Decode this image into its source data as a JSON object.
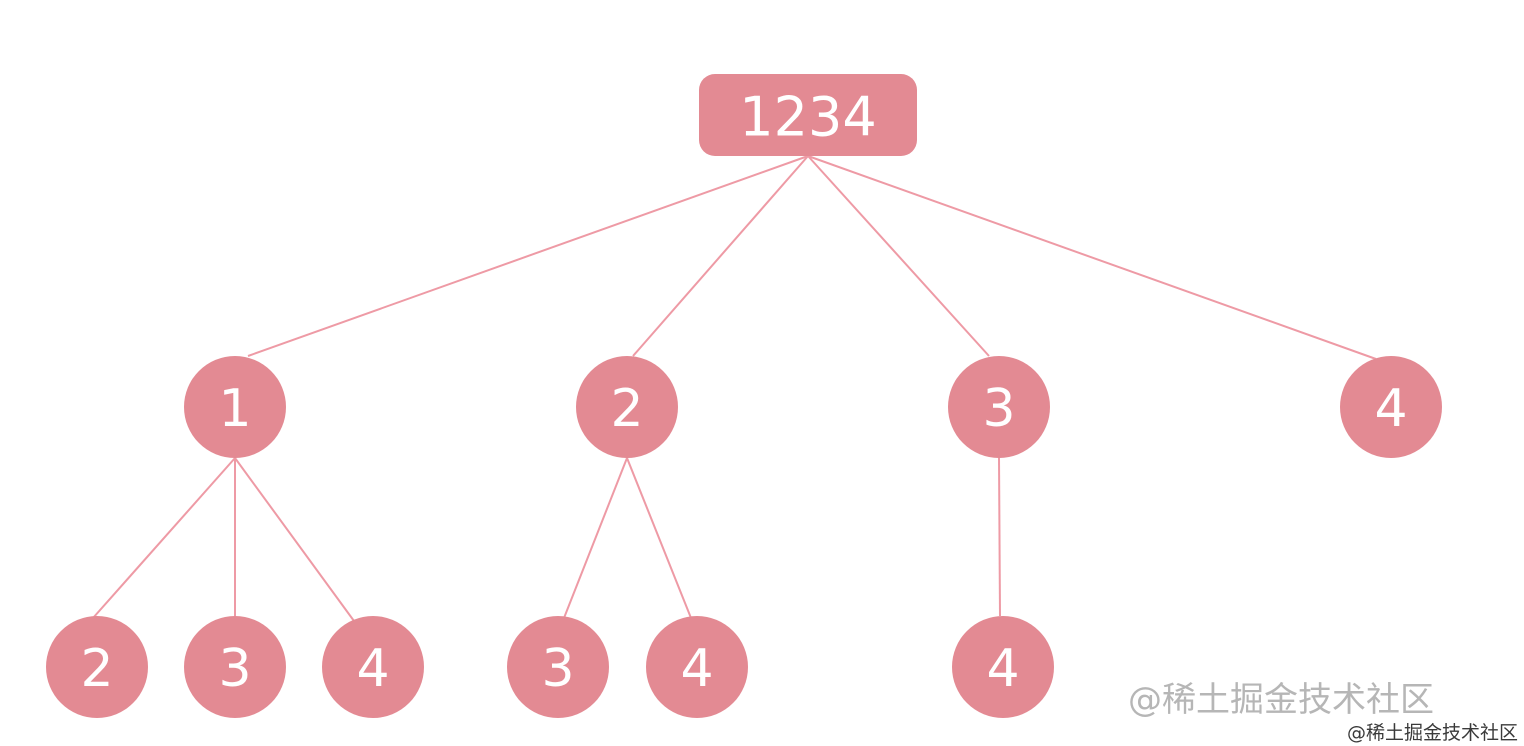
{
  "diagram": {
    "type": "tree",
    "node_color": "#e38a93",
    "edge_color": "#ee9aa5",
    "label_color": "#ffffff",
    "nodes": [
      {
        "id": "root",
        "label": "1234",
        "parent": null
      },
      {
        "id": "n1",
        "label": "1",
        "parent": "root"
      },
      {
        "id": "n2",
        "label": "2",
        "parent": "root"
      },
      {
        "id": "n3",
        "label": "3",
        "parent": "root"
      },
      {
        "id": "n4",
        "label": "4",
        "parent": "root"
      },
      {
        "id": "n1-2",
        "label": "2",
        "parent": "n1"
      },
      {
        "id": "n1-3",
        "label": "3",
        "parent": "n1"
      },
      {
        "id": "n1-4",
        "label": "4",
        "parent": "n1"
      },
      {
        "id": "n2-3",
        "label": "3",
        "parent": "n2"
      },
      {
        "id": "n2-4",
        "label": "4",
        "parent": "n2"
      },
      {
        "id": "n3-4",
        "label": "4",
        "parent": "n3"
      }
    ]
  },
  "watermark": {
    "main": "@稀土掘金技术社区",
    "small": "@稀土掘金技术社区"
  }
}
